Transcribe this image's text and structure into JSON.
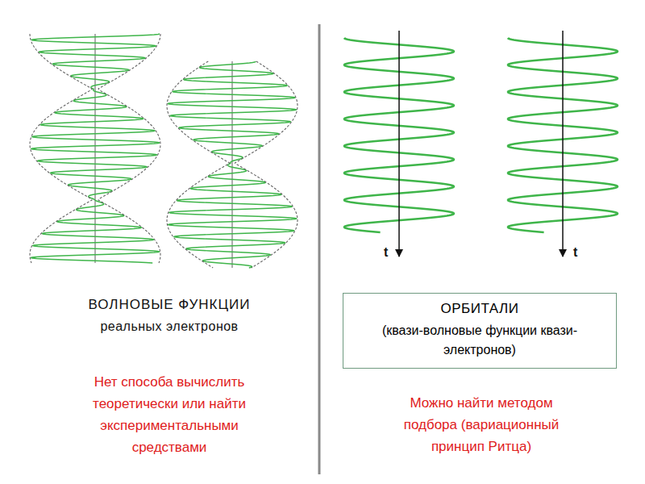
{
  "diagram": {
    "nodes": [
      {
        "text": [
          "ОРБИТАЛИ",
          "(квази-волновые функции квази-электронов)"
        ]
      }
    ],
    "labels": [
      "ВОЛНОВЫЕ ФУНКЦИИ",
      "реальных электронов",
      "Нет способа вычислить теоретически или найти экспериментальными средствами",
      "Можно найти методом подбора (вариационный принцип Ритца)",
      "t",
      "t"
    ]
  }
}
